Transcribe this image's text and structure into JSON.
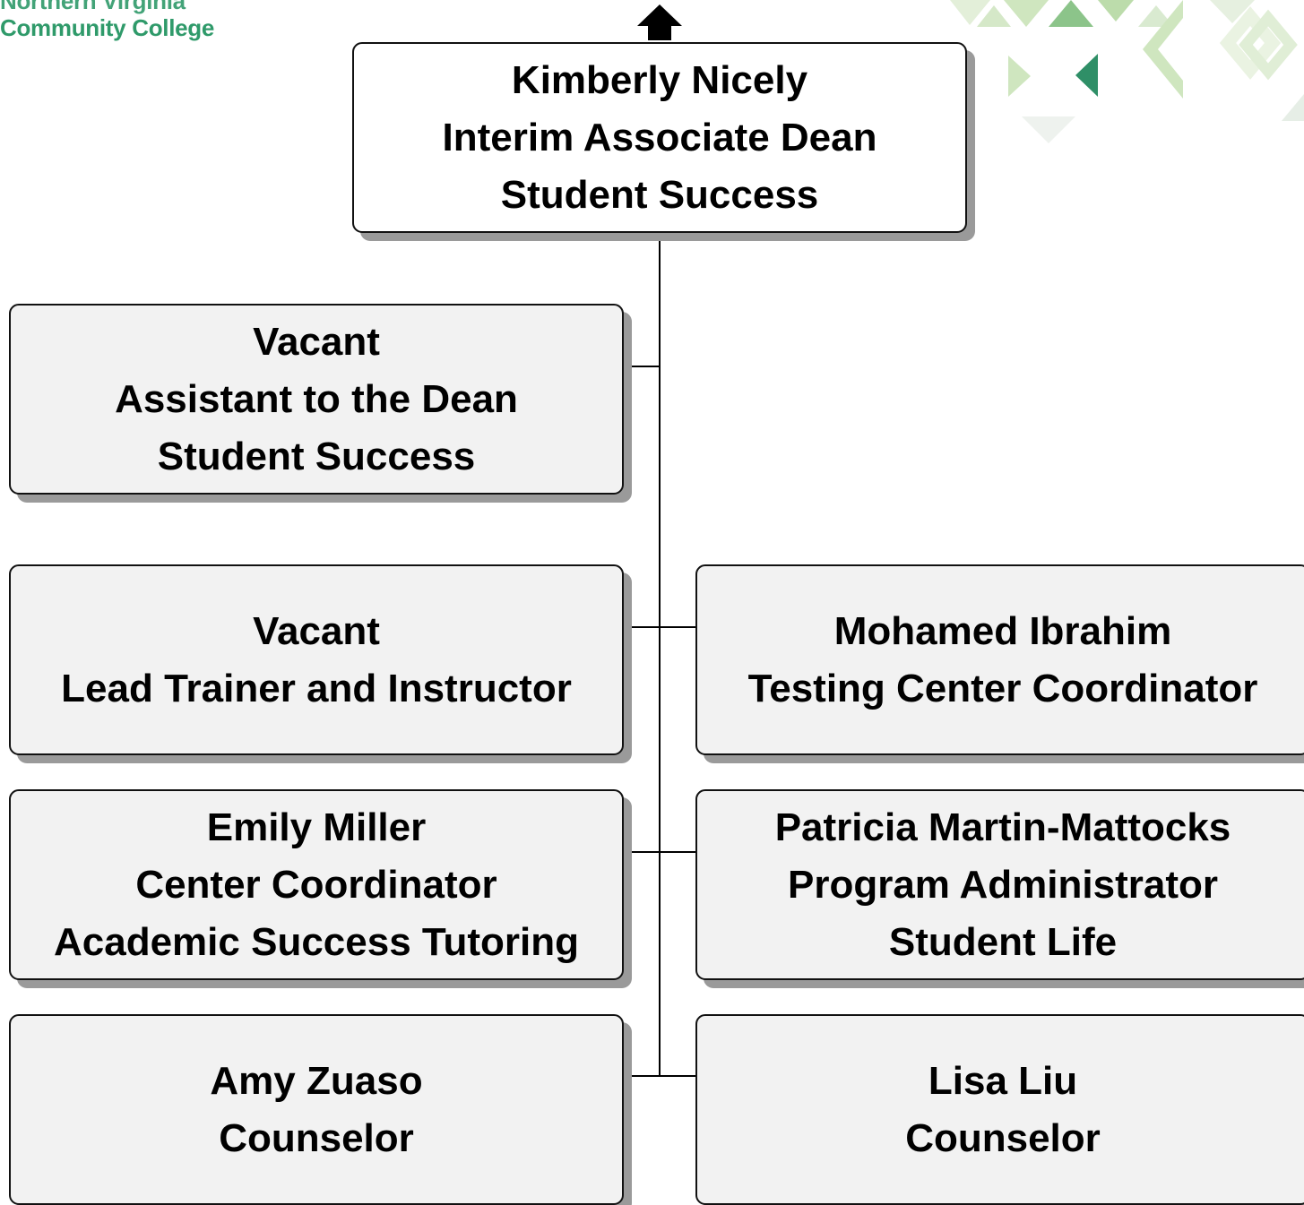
{
  "logo": {
    "line1": "Northern Virginia",
    "line2": "Community College"
  },
  "colors": {
    "logo": "#2f9a6a",
    "box_fill": "#f2f2f2",
    "box_border": "#111111",
    "shadow": "#9a9a9a",
    "deco_light": "#cfe6bf",
    "deco_mid": "#8cc48a",
    "deco_dark": "#2f8f67"
  },
  "icons": [
    "up-arrow-icon",
    "triangle-pattern-decoration"
  ],
  "head": {
    "name": "Kimberly Nicely",
    "title": "Interim Associate Dean",
    "unit": "Student Success"
  },
  "reports": {
    "assistant": {
      "name": "Vacant",
      "title": "Assistant to the Dean",
      "unit": "Student Success"
    },
    "lead_trainer": {
      "name": "Vacant",
      "title": "Lead Trainer and Instructor"
    },
    "testing": {
      "name": "Mohamed Ibrahim",
      "title": "Testing Center Coordinator"
    },
    "tutoring": {
      "name": "Emily Miller",
      "title": "Center Coordinator",
      "unit": "Academic Success Tutoring"
    },
    "student_life": {
      "name": "Patricia Martin-Mattocks",
      "title": "Program Administrator",
      "unit": "Student Life"
    },
    "counselor_1": {
      "name": "Amy Zuaso",
      "title": "Counselor"
    },
    "counselor_2": {
      "name": "Lisa Liu",
      "title": "Counselor"
    }
  }
}
